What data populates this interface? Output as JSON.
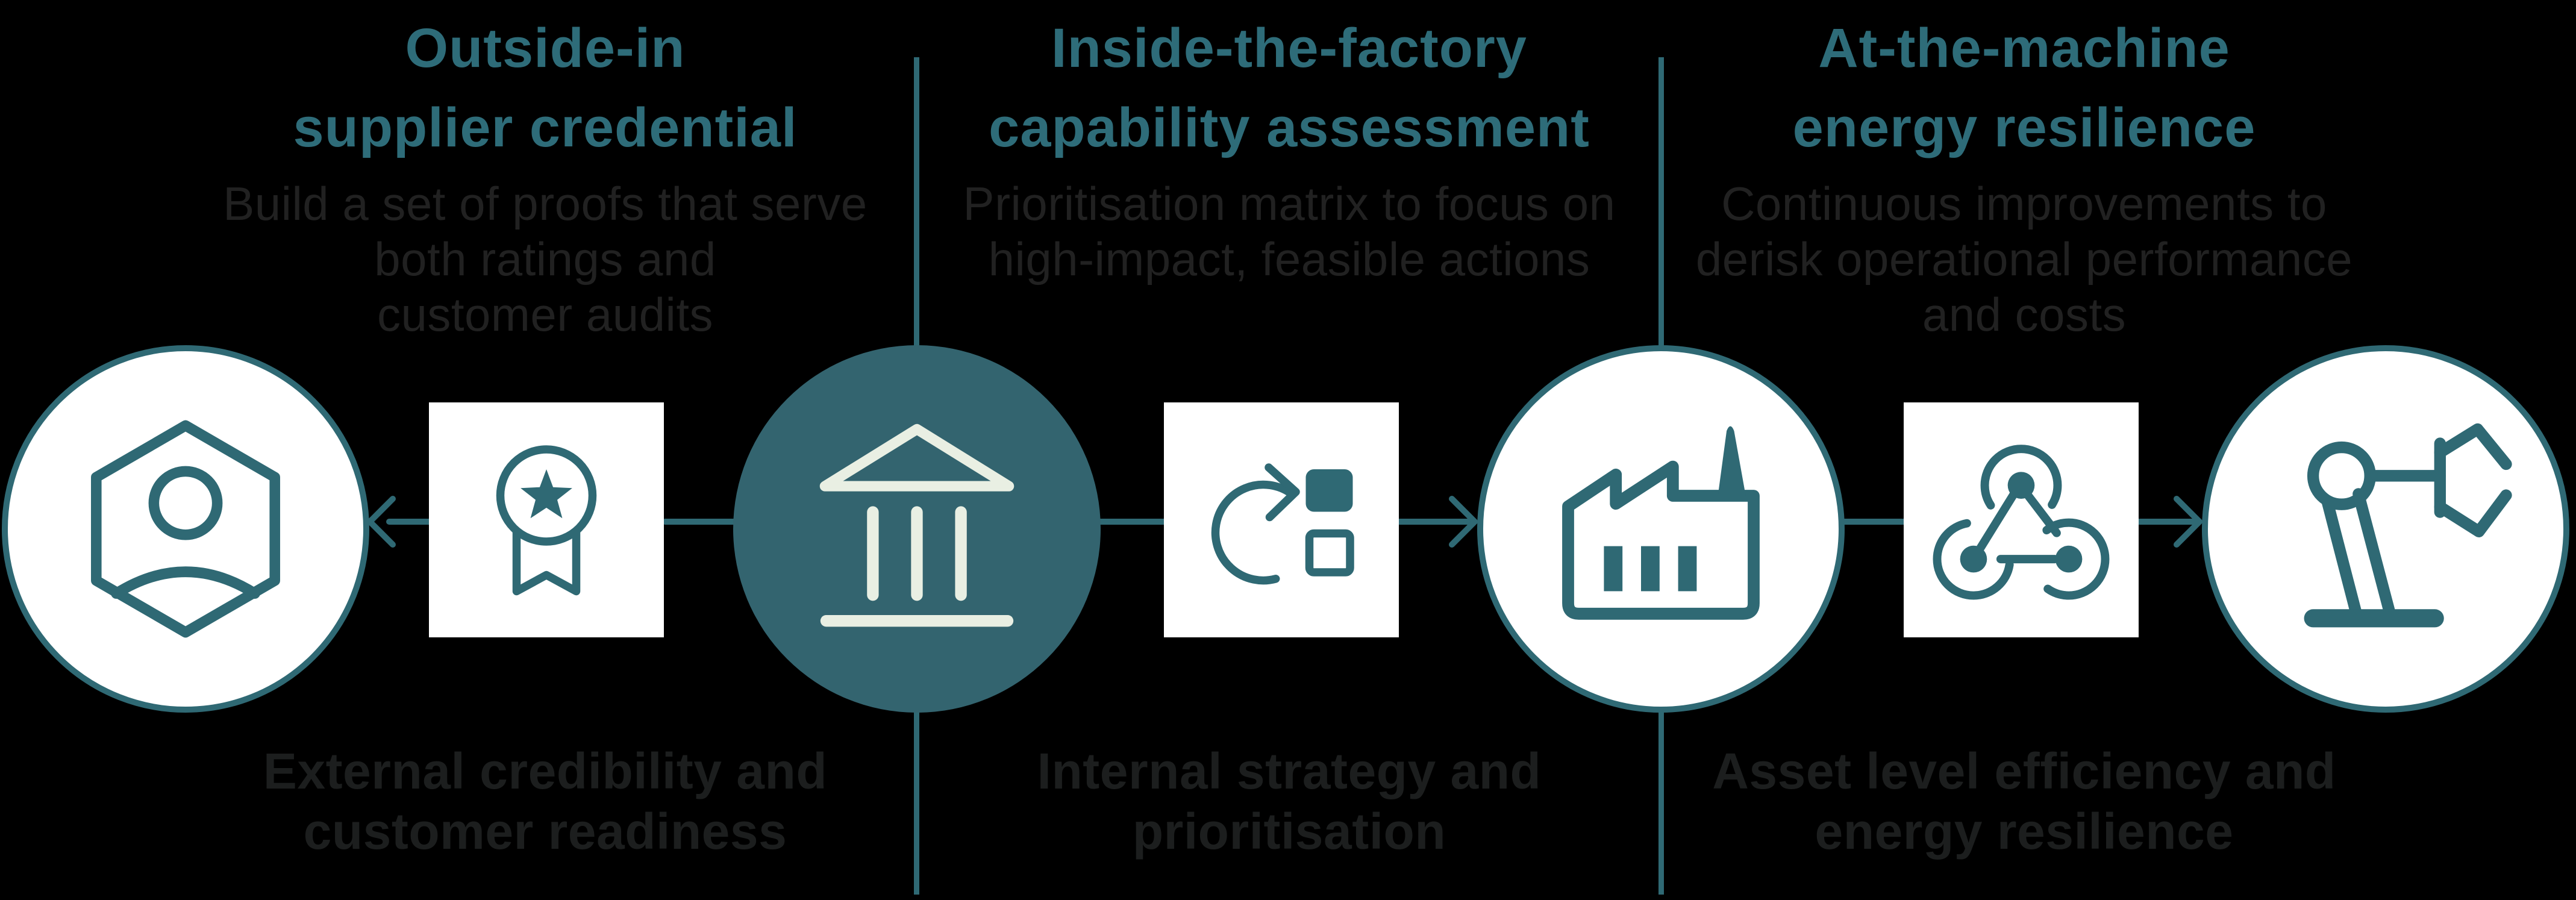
{
  "colors": {
    "bg": "#000000",
    "accent": "#2f6974",
    "heading": "#2e6c79",
    "accent-fill": "#33646f",
    "icon-light": "#e9efe3",
    "desc-text": "#212121",
    "outcome-text": "#1c1e1e",
    "node-white": "#ffffff"
  },
  "columns": [
    {
      "heading_lines": [
        "Outside-in",
        "supplier credential"
      ],
      "desc_lines": [
        "Build a set of proofs that serve",
        "both ratings and",
        "customer audits"
      ],
      "outcome_lines": [
        "External credibility and",
        "customer readiness"
      ]
    },
    {
      "heading_lines": [
        "Inside-the-factory",
        "capability assessment"
      ],
      "desc_lines": [
        "Prioritisation matrix to focus on",
        "high-impact, feasible actions",
        ""
      ],
      "outcome_lines": [
        "Internal strategy and",
        "prioritisation"
      ]
    },
    {
      "heading_lines": [
        "At-the-machine",
        "energy resilience"
      ],
      "desc_lines": [
        "Continuous improvements to",
        "derisk operational performance",
        "and costs"
      ],
      "outcome_lines": [
        "Asset level efficiency and",
        "energy resilience"
      ]
    }
  ],
  "flow": {
    "nodes": [
      {
        "shape": "circle",
        "icon": "hexagon-user-icon"
      },
      {
        "shape": "square",
        "icon": "medal-star-icon"
      },
      {
        "shape": "circle-accent",
        "icon": "bank-icon"
      },
      {
        "shape": "square",
        "icon": "cycle-squares-icon"
      },
      {
        "shape": "circle",
        "icon": "factory-icon"
      },
      {
        "shape": "square",
        "icon": "webhook-icon"
      },
      {
        "shape": "circle",
        "icon": "robot-arm-icon"
      }
    ],
    "connectors": [
      {
        "from": "medal-star",
        "to": "hexagon-user",
        "arrow": "left"
      },
      {
        "from": "bank",
        "to": "medal-star",
        "arrow": "none"
      },
      {
        "from": "bank",
        "to": "cycle-squares",
        "arrow": "none"
      },
      {
        "from": "cycle-squares",
        "to": "factory",
        "arrow": "right"
      },
      {
        "from": "factory",
        "to": "webhook",
        "arrow": "none"
      },
      {
        "from": "webhook",
        "to": "robot-arm",
        "arrow": "right"
      }
    ]
  }
}
